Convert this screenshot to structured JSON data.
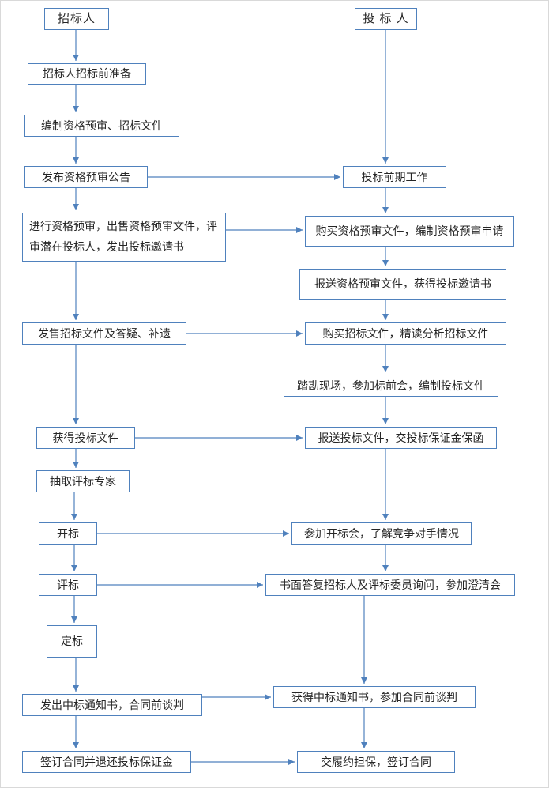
{
  "colors": {
    "accent": "#4f81bd",
    "box_background": "#ffffff",
    "text": "#262626",
    "page_border": "#d9d9d9"
  },
  "nodes": {
    "left": [
      {
        "id": "tenderer",
        "label": "招标人"
      },
      {
        "id": "tenderer-preparation",
        "label": "招标人招标前准备"
      },
      {
        "id": "prepare-prequalification-bid-documents",
        "label": "编制资格预审、招标文件"
      },
      {
        "id": "publish-prequalification-announcement",
        "label": "发布资格预审公告"
      },
      {
        "id": "conduct-prequalification",
        "label": "进行资格预审，出售资格预审文件，评审潜在投标人，发出投标邀请书"
      },
      {
        "id": "sell-bid-documents",
        "label": "发售招标文件及答疑、补遗"
      },
      {
        "id": "receive-bid-documents",
        "label": "获得投标文件"
      },
      {
        "id": "select-evaluation-experts",
        "label": "抽取评标专家"
      },
      {
        "id": "bid-opening",
        "label": "开标"
      },
      {
        "id": "bid-evaluation",
        "label": "评标"
      },
      {
        "id": "award-decision",
        "label": "定标"
      },
      {
        "id": "issue-award-notice",
        "label": "发出中标通知书，合同前谈判"
      },
      {
        "id": "sign-contract-refund-deposit",
        "label": "签订合同并退还投标保证金"
      }
    ],
    "right": [
      {
        "id": "bidder",
        "label": "投 标 人"
      },
      {
        "id": "pre-bid-work",
        "label": "投标前期工作"
      },
      {
        "id": "buy-prequalification-documents",
        "label": "购买资格预审文件，编制资格预审申请"
      },
      {
        "id": "submit-prequalification-documents",
        "label": "报送资格预审文件，获得投标邀请书"
      },
      {
        "id": "buy-bid-documents",
        "label": "购买招标文件，精读分析招标文件"
      },
      {
        "id": "site-visit-pre-bid-meeting",
        "label": "踏勘现场，参加标前会，编制投标文件"
      },
      {
        "id": "submit-bid-documents",
        "label": "报送投标文件，交投标保证金保函"
      },
      {
        "id": "attend-bid-opening",
        "label": "参加开标会，了解竞争对手情况"
      },
      {
        "id": "answer-queries-clarification",
        "label": "书面答复招标人及评标委员询问，参加澄清会"
      },
      {
        "id": "receive-award-notice",
        "label": "获得中标通知书，参加合同前谈判"
      },
      {
        "id": "performance-guarantee-sign-contract",
        "label": "交履约担保，签订合同"
      }
    ]
  },
  "edges": [
    {
      "from": "tenderer",
      "to": "tenderer-preparation"
    },
    {
      "from": "tenderer-preparation",
      "to": "prepare-prequalification-bid-documents"
    },
    {
      "from": "prepare-prequalification-bid-documents",
      "to": "publish-prequalification-announcement"
    },
    {
      "from": "publish-prequalification-announcement",
      "to": "conduct-prequalification"
    },
    {
      "from": "conduct-prequalification",
      "to": "sell-bid-documents"
    },
    {
      "from": "sell-bid-documents",
      "to": "receive-bid-documents"
    },
    {
      "from": "receive-bid-documents",
      "to": "select-evaluation-experts"
    },
    {
      "from": "select-evaluation-experts",
      "to": "bid-opening"
    },
    {
      "from": "bid-opening",
      "to": "bid-evaluation"
    },
    {
      "from": "bid-evaluation",
      "to": "award-decision"
    },
    {
      "from": "award-decision",
      "to": "issue-award-notice"
    },
    {
      "from": "issue-award-notice",
      "to": "sign-contract-refund-deposit"
    },
    {
      "from": "bidder",
      "to": "pre-bid-work"
    },
    {
      "from": "pre-bid-work",
      "to": "buy-prequalification-documents"
    },
    {
      "from": "buy-prequalification-documents",
      "to": "submit-prequalification-documents"
    },
    {
      "from": "submit-prequalification-documents",
      "to": "buy-bid-documents"
    },
    {
      "from": "buy-bid-documents",
      "to": "site-visit-pre-bid-meeting"
    },
    {
      "from": "site-visit-pre-bid-meeting",
      "to": "submit-bid-documents"
    },
    {
      "from": "submit-bid-documents",
      "to": "attend-bid-opening"
    },
    {
      "from": "attend-bid-opening",
      "to": "answer-queries-clarification"
    },
    {
      "from": "answer-queries-clarification",
      "to": "receive-award-notice"
    },
    {
      "from": "receive-award-notice",
      "to": "performance-guarantee-sign-contract"
    },
    {
      "from": "publish-prequalification-announcement",
      "to": "pre-bid-work"
    },
    {
      "from": "conduct-prequalification",
      "to": "buy-prequalification-documents"
    },
    {
      "from": "sell-bid-documents",
      "to": "buy-bid-documents"
    },
    {
      "from": "receive-bid-documents",
      "to": "submit-bid-documents"
    },
    {
      "from": "bid-opening",
      "to": "attend-bid-opening"
    },
    {
      "from": "bid-evaluation",
      "to": "answer-queries-clarification"
    },
    {
      "from": "issue-award-notice",
      "to": "receive-award-notice"
    },
    {
      "from": "sign-contract-refund-deposit",
      "to": "performance-guarantee-sign-contract"
    }
  ]
}
